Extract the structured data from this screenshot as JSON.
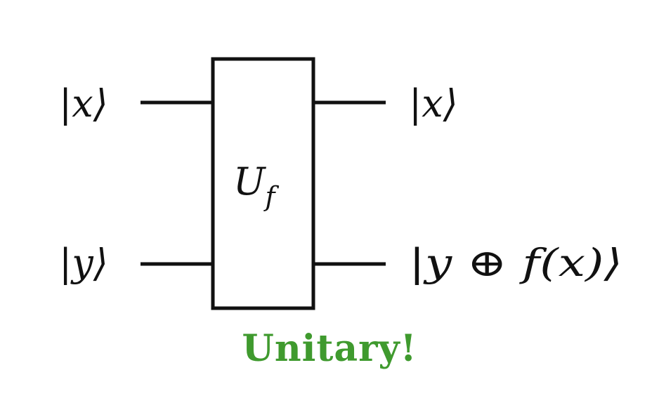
{
  "diagram": {
    "inputs": [
      {
        "label": "|x⟩"
      },
      {
        "label": "|y⟩"
      }
    ],
    "outputs": [
      {
        "label": "|x⟩"
      },
      {
        "label": "|y ⊕ f(x)⟩"
      }
    ],
    "gate": {
      "label_main": "U",
      "label_subscript": "f"
    },
    "caption": "Unitary!",
    "colors": {
      "caption": "#3f9a2e",
      "lines": "#111111",
      "background": "#ffffff"
    }
  }
}
